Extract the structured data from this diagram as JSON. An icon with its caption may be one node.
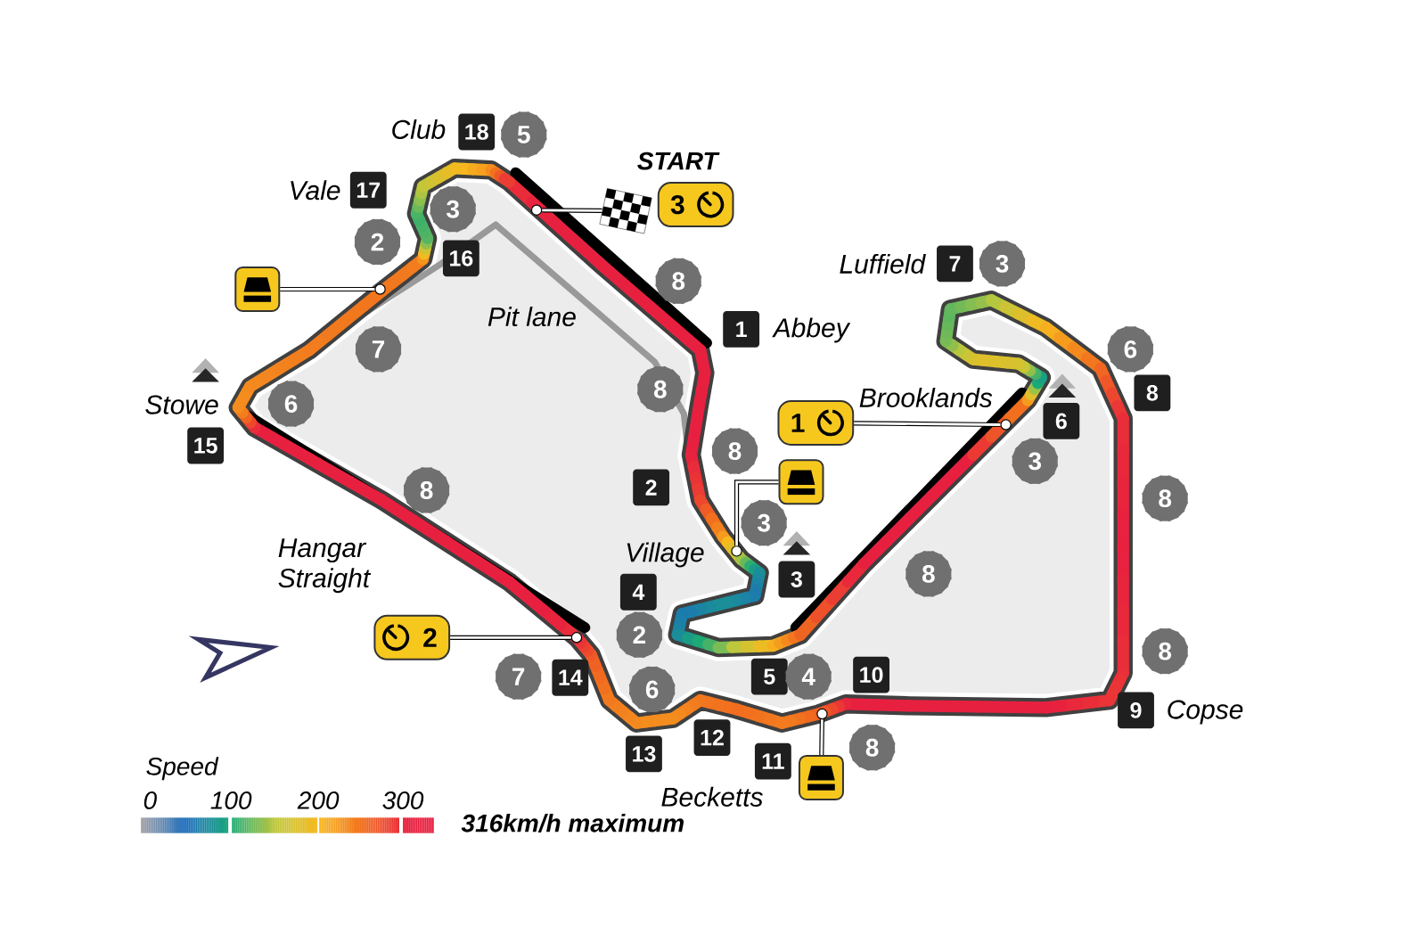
{
  "diagram": {
    "nodes": [
      {
        "text": [],
        "shape": "picture"
      },
      {
        "text": [
          "3"
        ]
      },
      {
        "text": [],
        "shape": "box"
      },
      {
        "text": [
          "1"
        ]
      },
      {
        "text": [],
        "shape": "box"
      },
      {
        "text": [
          "2"
        ]
      },
      {
        "text": [],
        "shape": "box"
      },
      {
        "text": [],
        "shape": "circle"
      },
      {
        "text": [],
        "shape": "circle"
      },
      {
        "text": [],
        "shape": "circle"
      },
      {
        "text": [],
        "shape": "circle"
      },
      {
        "text": [],
        "shape": "circle"
      },
      {
        "text": [],
        "shape": "circle"
      }
    ],
    "edges": [
      {
        "from": 0,
        "to": 7,
        "arrow": "none"
      },
      {
        "from": 2,
        "to": 8,
        "arrow": "none"
      },
      {
        "from": 3,
        "to": 9,
        "arrow": "none"
      },
      {
        "from": 4,
        "to": 10,
        "arrow": "none"
      },
      {
        "from": 5,
        "to": 11,
        "arrow": "none"
      },
      {
        "from": 6,
        "to": 12,
        "arrow": "none"
      }
    ],
    "labels": [
      "Club",
      "18",
      "5",
      "START",
      "Vale",
      "17",
      "3",
      "2",
      "16",
      "Luffield",
      "7",
      "3",
      "8",
      "Pit lane",
      "1",
      "Abbey",
      "7",
      "6",
      "Stowe",
      "6",
      "8",
      "Brooklands",
      "6",
      "8",
      "15",
      "8",
      "3",
      "8",
      "2",
      "8",
      "3",
      "Hangar Straight",
      "Village",
      "3",
      "8",
      "4",
      "2",
      "8",
      "7",
      "14",
      "6",
      "5",
      "4",
      "10",
      "9",
      "Copse",
      "13",
      "12",
      "11",
      "8",
      "Speed",
      "0",
      "100",
      "200",
      "300",
      "Becketts",
      "316km/h maximum"
    ]
  }
}
